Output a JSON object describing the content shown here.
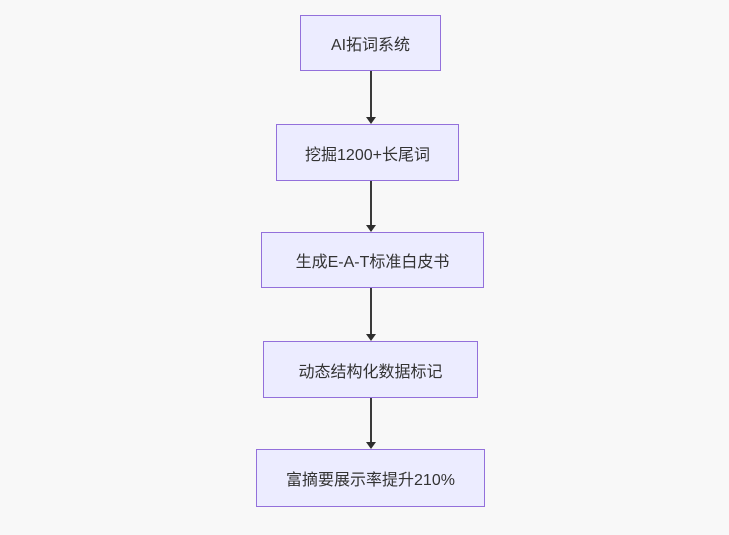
{
  "diagram": {
    "type": "flowchart",
    "direction": "top-down",
    "colors": {
      "background": "#f8f8f8",
      "node_fill": "#ECECFF",
      "node_border": "#9370DB",
      "node_text": "#333333",
      "edge": "#333333"
    },
    "nodes": [
      {
        "label": "AI拓词系统"
      },
      {
        "label": "挖掘1200+长尾词"
      },
      {
        "label": "生成E-A-T标准白皮书"
      },
      {
        "label": "动态结构化数据标记"
      },
      {
        "label": "富摘要展示率提升210%"
      }
    ],
    "edges": [
      {
        "from": "AI拓词系统",
        "to": "挖掘1200+长尾词"
      },
      {
        "from": "挖掘1200+长尾词",
        "to": "生成E-A-T标准白皮书"
      },
      {
        "from": "生成E-A-T标准白皮书",
        "to": "动态结构化数据标记"
      },
      {
        "from": "动态结构化数据标记",
        "to": "富摘要展示率提升210%"
      }
    ]
  }
}
